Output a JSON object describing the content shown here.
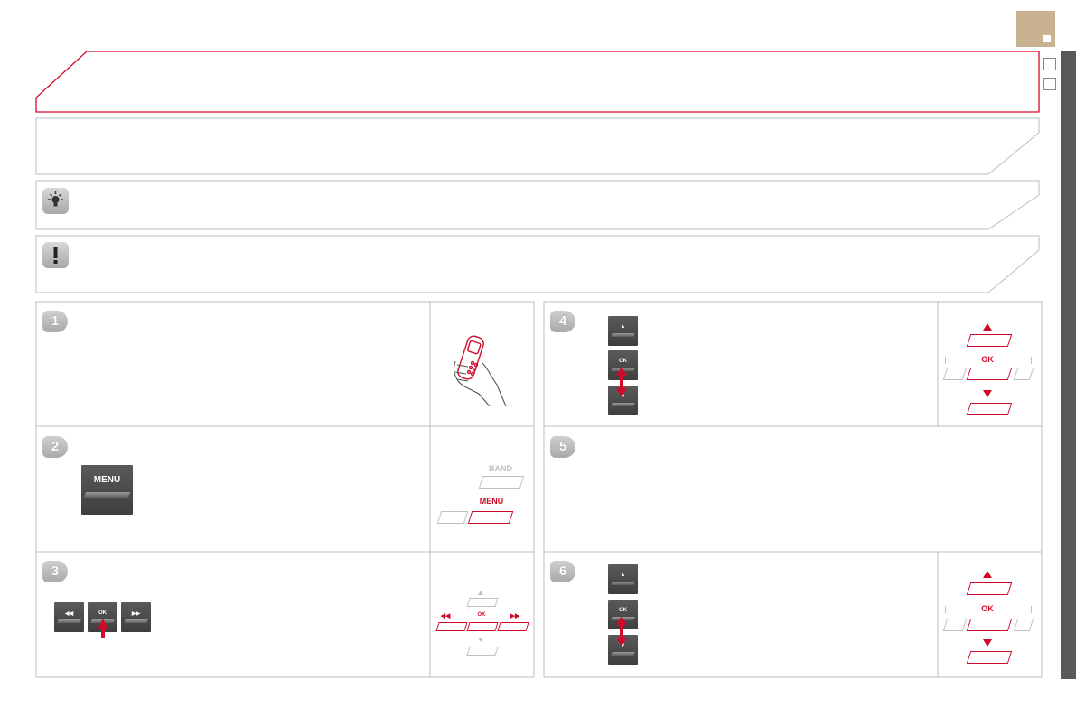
{
  "steps": [
    {
      "number": "1"
    },
    {
      "number": "2"
    },
    {
      "number": "3"
    },
    {
      "number": "4"
    },
    {
      "number": "5"
    },
    {
      "number": "6"
    }
  ],
  "icons": {
    "tip": "lightbulb-icon",
    "warning": "exclamation-icon"
  },
  "buttons": {
    "menu": "MENU",
    "ok": "OK",
    "ok_small": "OK",
    "up": "▲",
    "down": "▼",
    "prev": "◀◀",
    "next": "▶▶"
  },
  "diagram_labels": {
    "band": "BAND",
    "menu": "MENU",
    "ok": "OK"
  },
  "colors": {
    "accent": "#d20a2a",
    "tab": "#c8b28f",
    "sidebar": "#595959",
    "border": "#bdbdbd"
  }
}
